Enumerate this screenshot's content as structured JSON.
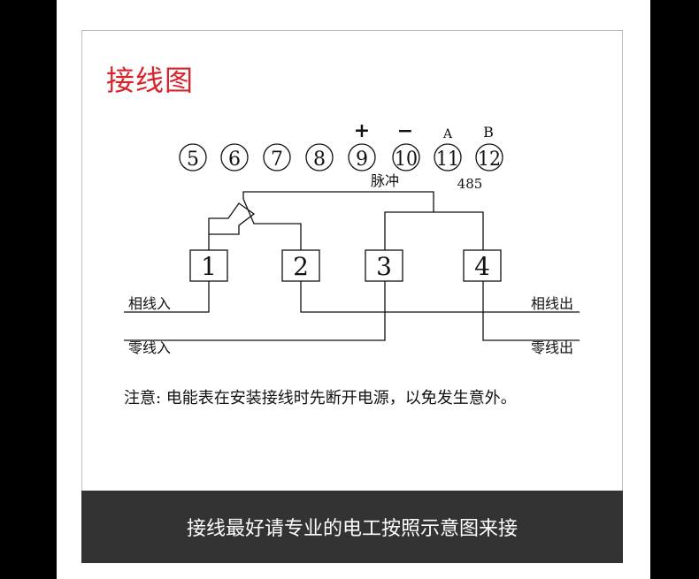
{
  "title": "接线图",
  "terminals_top": [
    "5",
    "6",
    "7",
    "8",
    "9",
    "10",
    "11",
    "12"
  ],
  "polarity": {
    "plus": "+",
    "minus": "−",
    "a": "A",
    "b": "B"
  },
  "labels": {
    "pulse": "脉冲",
    "rs485": "485",
    "phase_in": "相线入",
    "neutral_in": "零线入",
    "phase_out": "相线出",
    "neutral_out": "零线出"
  },
  "boxes": [
    "1",
    "2",
    "3",
    "4"
  ],
  "note": "注意: 电能表在安装接线时先断开电源，以免发生意外。",
  "footer": "接线最好请专业的电工按照示意图来接"
}
